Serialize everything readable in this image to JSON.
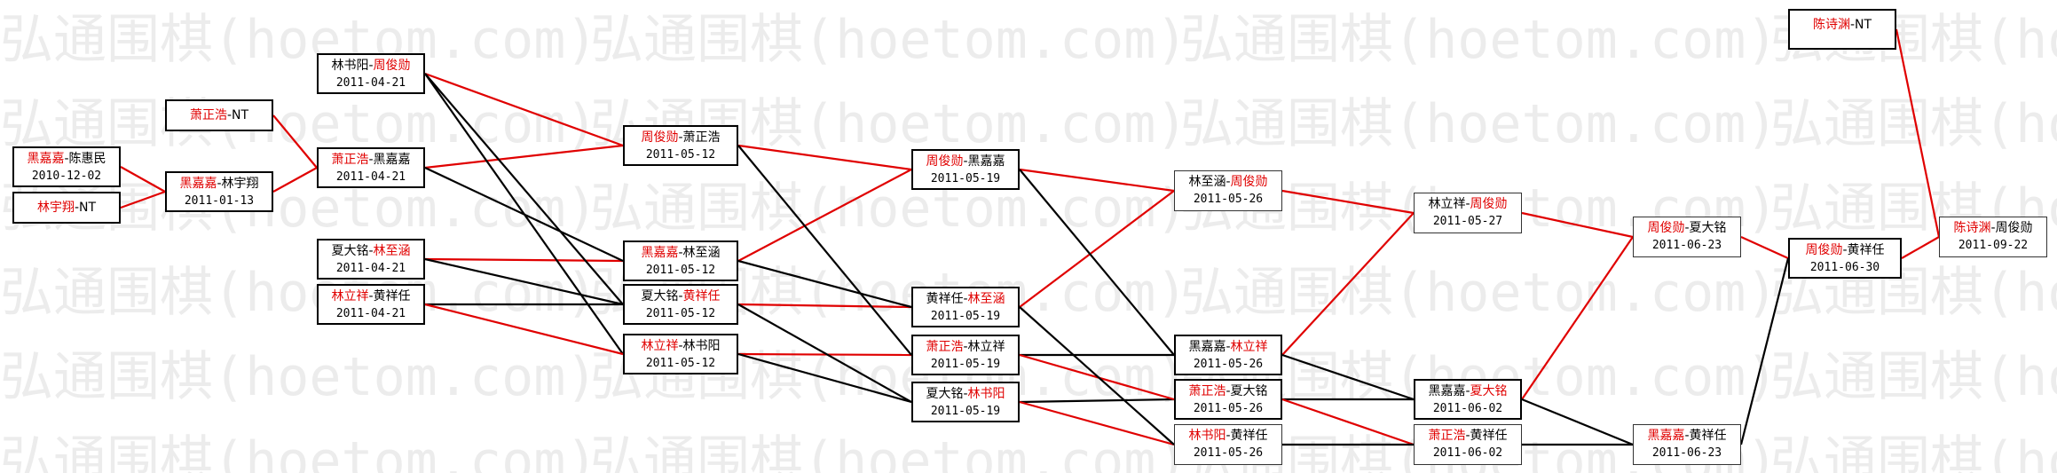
{
  "watermark_text": "弘通围棋(hoetom.com)",
  "colors": {
    "red": "#e00000",
    "black": "#000000"
  },
  "nodes": [
    {
      "id": "n1",
      "p1": "黑嘉嘉",
      "p2": "陈惠民",
      "w": 1,
      "date": "2010-12-02"
    },
    {
      "id": "n2",
      "p1": "林宇翔",
      "p2": "NT",
      "w": 1,
      "date": ""
    },
    {
      "id": "n3",
      "p1": "萧正浩",
      "p2": "NT",
      "w": 1,
      "date": ""
    },
    {
      "id": "n4",
      "p1": "黑嘉嘉",
      "p2": "林宇翔",
      "w": 1,
      "date": "2011-01-13"
    },
    {
      "id": "n5",
      "p1": "林书阳",
      "p2": "周俊勋",
      "w": 2,
      "date": "2011-04-21"
    },
    {
      "id": "n6",
      "p1": "萧正浩",
      "p2": "黑嘉嘉",
      "w": 1,
      "date": "2011-04-21"
    },
    {
      "id": "n7",
      "p1": "夏大铭",
      "p2": "林至涵",
      "w": 2,
      "date": "2011-04-21"
    },
    {
      "id": "n8",
      "p1": "林立祥",
      "p2": "黄祥任",
      "w": 1,
      "date": "2011-04-21"
    },
    {
      "id": "n9",
      "p1": "周俊勋",
      "p2": "萧正浩",
      "w": 1,
      "date": "2011-05-12"
    },
    {
      "id": "n10",
      "p1": "黑嘉嘉",
      "p2": "林至涵",
      "w": 1,
      "date": "2011-05-12"
    },
    {
      "id": "n11",
      "p1": "夏大铭",
      "p2": "黄祥任",
      "w": 2,
      "date": "2011-05-12"
    },
    {
      "id": "n12",
      "p1": "林立祥",
      "p2": "林书阳",
      "w": 1,
      "date": "2011-05-12"
    },
    {
      "id": "n13",
      "p1": "周俊勋",
      "p2": "黑嘉嘉",
      "w": 1,
      "date": "2011-05-19"
    },
    {
      "id": "n14",
      "p1": "黄祥任",
      "p2": "林至涵",
      "w": 2,
      "date": "2011-05-19"
    },
    {
      "id": "n15",
      "p1": "萧正浩",
      "p2": "林立祥",
      "w": 1,
      "date": "2011-05-19"
    },
    {
      "id": "n16",
      "p1": "夏大铭",
      "p2": "林书阳",
      "w": 2,
      "date": "2011-05-19"
    },
    {
      "id": "n17",
      "p1": "林至涵",
      "p2": "周俊勋",
      "w": 2,
      "date": "2011-05-26"
    },
    {
      "id": "n18",
      "p1": "黑嘉嘉",
      "p2": "林立祥",
      "w": 2,
      "date": "2011-05-26"
    },
    {
      "id": "n19",
      "p1": "萧正浩",
      "p2": "夏大铭",
      "w": 1,
      "date": "2011-05-26"
    },
    {
      "id": "n20",
      "p1": "林书阳",
      "p2": "黄祥任",
      "w": 1,
      "date": "2011-05-26"
    },
    {
      "id": "n21",
      "p1": "林立祥",
      "p2": "周俊勋",
      "w": 2,
      "date": "2011-05-27"
    },
    {
      "id": "n22",
      "p1": "黑嘉嘉",
      "p2": "夏大铭",
      "w": 2,
      "date": "2011-06-02"
    },
    {
      "id": "n23",
      "p1": "萧正浩",
      "p2": "黄祥任",
      "w": 1,
      "date": "2011-06-02"
    },
    {
      "id": "n24",
      "p1": "周俊勋",
      "p2": "夏大铭",
      "w": 1,
      "date": "2011-06-23"
    },
    {
      "id": "n25",
      "p1": "黑嘉嘉",
      "p2": "黄祥任",
      "w": 1,
      "date": "2011-06-23"
    },
    {
      "id": "n26",
      "p1": "周俊勋",
      "p2": "黄祥任",
      "w": 1,
      "date": "2011-06-30"
    },
    {
      "id": "n27",
      "p1": "陈诗渊",
      "p2": "NT",
      "w": 1,
      "date": ""
    },
    {
      "id": "n28",
      "p1": "陈诗渊",
      "p2": "周俊勋",
      "w": 1,
      "date": "2011-09-22"
    }
  ],
  "edges": [
    {
      "from": "n1",
      "to": "n4",
      "color": "red"
    },
    {
      "from": "n2",
      "to": "n4",
      "color": "red"
    },
    {
      "from": "n3",
      "to": "n6",
      "color": "red"
    },
    {
      "from": "n4",
      "to": "n6",
      "color": "red"
    },
    {
      "from": "n5",
      "to": "n9",
      "color": "red"
    },
    {
      "from": "n6",
      "to": "n9",
      "color": "red"
    },
    {
      "from": "n7",
      "to": "n10",
      "color": "red"
    },
    {
      "from": "n6",
      "to": "n10",
      "color": "black"
    },
    {
      "from": "n8",
      "to": "n11",
      "color": "black"
    },
    {
      "from": "n7",
      "to": "n11",
      "color": "black"
    },
    {
      "from": "n5",
      "to": "n11",
      "color": "black"
    },
    {
      "from": "n5",
      "to": "n12",
      "color": "black"
    },
    {
      "from": "n8",
      "to": "n12",
      "color": "red"
    },
    {
      "from": "n9",
      "to": "n13",
      "color": "red"
    },
    {
      "from": "n10",
      "to": "n13",
      "color": "red"
    },
    {
      "from": "n11",
      "to": "n14",
      "color": "red"
    },
    {
      "from": "n10",
      "to": "n14",
      "color": "black"
    },
    {
      "from": "n12",
      "to": "n15",
      "color": "red"
    },
    {
      "from": "n9",
      "to": "n15",
      "color": "black"
    },
    {
      "from": "n11",
      "to": "n16",
      "color": "black"
    },
    {
      "from": "n12",
      "to": "n16",
      "color": "black"
    },
    {
      "from": "n13",
      "to": "n17",
      "color": "red"
    },
    {
      "from": "n14",
      "to": "n17",
      "color": "red"
    },
    {
      "from": "n13",
      "to": "n18",
      "color": "black"
    },
    {
      "from": "n15",
      "to": "n18",
      "color": "black"
    },
    {
      "from": "n16",
      "to": "n19",
      "color": "black"
    },
    {
      "from": "n15",
      "to": "n19",
      "color": "red"
    },
    {
      "from": "n16",
      "to": "n20",
      "color": "red"
    },
    {
      "from": "n14",
      "to": "n20",
      "color": "black"
    },
    {
      "from": "n17",
      "to": "n21",
      "color": "red"
    },
    {
      "from": "n18",
      "to": "n21",
      "color": "red"
    },
    {
      "from": "n18",
      "to": "n22",
      "color": "black"
    },
    {
      "from": "n19",
      "to": "n22",
      "color": "black"
    },
    {
      "from": "n19",
      "to": "n23",
      "color": "red"
    },
    {
      "from": "n20",
      "to": "n23",
      "color": "black"
    },
    {
      "from": "n21",
      "to": "n24",
      "color": "red"
    },
    {
      "from": "n22",
      "to": "n24",
      "color": "red"
    },
    {
      "from": "n22",
      "to": "n25",
      "color": "black"
    },
    {
      "from": "n23",
      "to": "n25",
      "color": "black"
    },
    {
      "from": "n24",
      "to": "n26",
      "color": "red"
    },
    {
      "from": "n25",
      "to": "n26",
      "color": "black"
    },
    {
      "from": "n26",
      "to": "n28",
      "color": "red"
    },
    {
      "from": "n27",
      "to": "n28",
      "color": "red"
    }
  ]
}
